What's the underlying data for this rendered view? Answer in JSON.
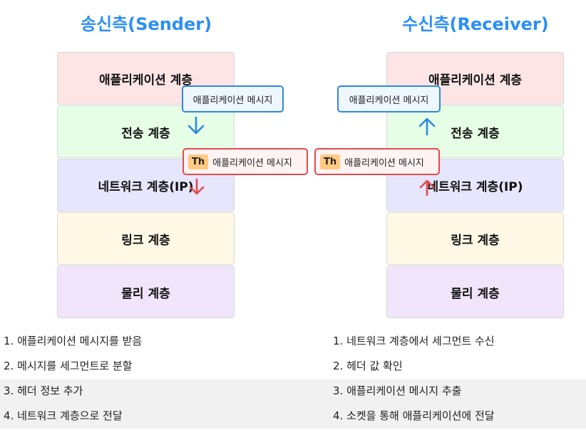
{
  "sender": {
    "title": "송신측(Sender)",
    "layers": [
      "애플리케이션 계층",
      "전송 계층",
      "네트워크 계층(IP)",
      "링크 계층",
      "물리 계층"
    ],
    "message_box": "애플리케이션 메시지",
    "segment_box": {
      "header": "Th",
      "payload": "애플리케이션 메시지"
    },
    "steps": [
      "1. 애플리케이션 메시지를 받음",
      "2. 메시지를 세그먼트로 분할",
      "3. 헤더 정보 추가",
      "4. 네트워크 계층으로 전달"
    ]
  },
  "receiver": {
    "title": "수신측(Receiver)",
    "layers": [
      "애플리케이션 계층",
      "전송 계층",
      "네트워크 계층(IP)",
      "링크 계층",
      "물리 계층"
    ],
    "message_box": "애플리케이션 메시지",
    "segment_box": {
      "header": "Th",
      "payload": "애플리케이션 메시지"
    },
    "steps": [
      "1. 네트워크 계층에서 세그먼트 수신",
      "2. 헤더 값 확인",
      "3. 애플리케이션 메시지 추출",
      "4. 소켓을 통해 애플리케이션에 전달"
    ]
  },
  "colors": {
    "title": "#2b8ff5",
    "message_border": "#2f88e0",
    "segment_border": "#e24b4b",
    "header_badge": "#ffc982",
    "application_layer": "#fde5e5",
    "transport_layer": "#e6fde6",
    "network_layer": "#e6e6fc",
    "link_layer": "#fef8e5",
    "physical_layer": "#f1e5fc"
  },
  "icons": {
    "sender_arrow": "arrow-down-icon",
    "receiver_arrow": "arrow-up-icon"
  }
}
